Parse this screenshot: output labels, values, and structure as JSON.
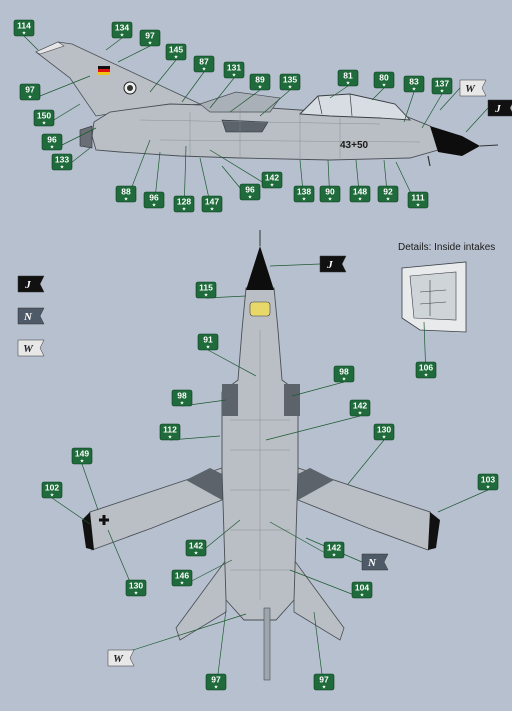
{
  "details": {
    "title": "Details: Inside intakes"
  },
  "side_view": {
    "serial": "43+50"
  },
  "legend": [
    {
      "letter": "J",
      "fill": "#111111",
      "text_color": "#ffffff"
    },
    {
      "letter": "N",
      "fill": "#4e5a68",
      "text_color": "#ffffff"
    },
    {
      "letter": "W",
      "fill": "#e8e8e8",
      "text_color": "#222222"
    }
  ],
  "colors": {
    "aircraft_grey": "#b9bfc4",
    "nose_black": "#0d0d0d",
    "tag_green": "#1f6b3b"
  },
  "side_labels": [
    "114",
    "134",
    "97",
    "145",
    "87",
    "131",
    "89",
    "135",
    "81",
    "80",
    "83",
    "137",
    "97",
    "150",
    "96",
    "133",
    "88",
    "96",
    "128",
    "147",
    "96",
    "142",
    "138",
    "90",
    "148",
    "92",
    "111"
  ],
  "side_pennants": [
    "W",
    "J"
  ],
  "top_labels": [
    "115",
    "91",
    "98",
    "98",
    "142",
    "112",
    "130",
    "149",
    "102",
    "103",
    "142",
    "142",
    "146",
    "104",
    "130",
    "97",
    "97",
    "106"
  ],
  "top_pennants": [
    "J",
    "N",
    "W"
  ]
}
